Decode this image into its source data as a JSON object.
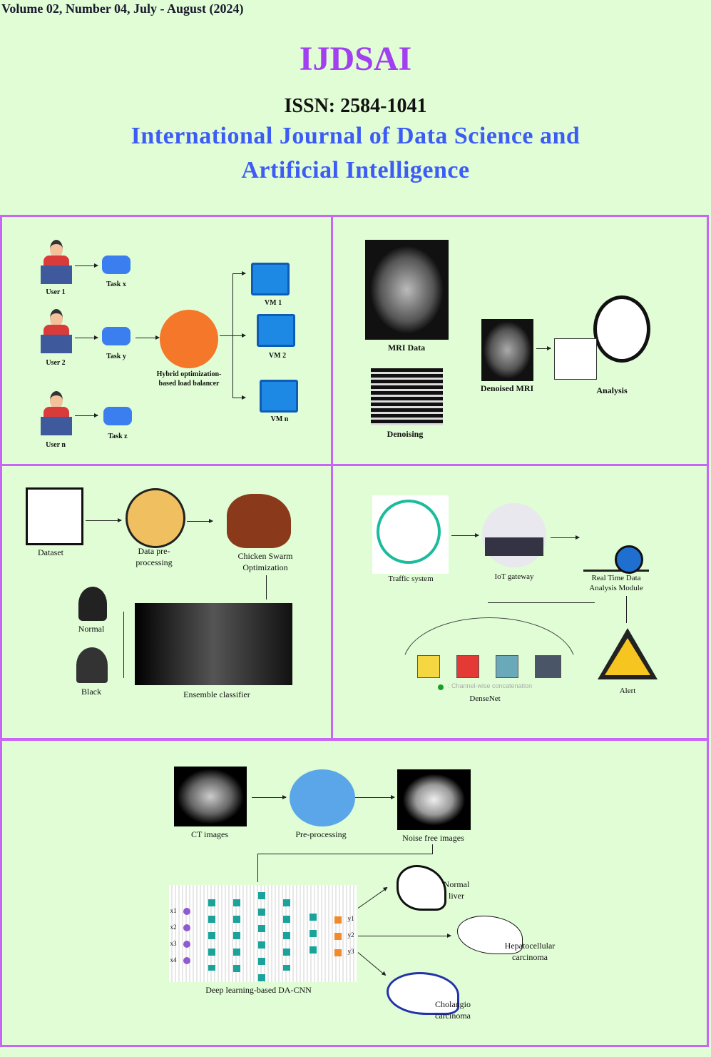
{
  "header": {
    "volume": "Volume 02, Number 04, July - August (2024)",
    "brand": "IJDSAI",
    "issn": "ISSN: 2584-1041",
    "title_line1": "International Journal of Data Science and",
    "title_line2": "Artificial Intelligence"
  },
  "colors": {
    "background": "#e0fdd5",
    "border": "#c966f7",
    "brand": "#a23ff0",
    "title": "#3d5cf5"
  },
  "panel1": {
    "users": [
      "User 1",
      "User 2",
      "User n"
    ],
    "tasks": [
      "Task x",
      "Task y",
      "Task z"
    ],
    "balancer": "Hybrid optimization-based load balancer",
    "vms": [
      "VM 1",
      "VM 2",
      "VM n"
    ]
  },
  "panel2": {
    "mri": "MRI Data",
    "denoising": "Denoising",
    "denoised": "Denoised MRI",
    "analysis": "Analysis"
  },
  "panel3": {
    "dataset": "Dataset",
    "preprocessing": "Data pre-processing",
    "cso": "Chicken Swarm Optimization",
    "normal": "Normal",
    "black": "Black",
    "classifier": "Ensemble classifier"
  },
  "panel4": {
    "traffic": "Traffic system",
    "iot": "IoT gateway",
    "realtime": "Real Time Data Analysis Module",
    "legend": ": Channel-wise concatenation",
    "densenet": "DenseNet",
    "alert": "Alert"
  },
  "panel5": {
    "ct": "CT images",
    "preprocessing": "Pre-processing",
    "noisefree": "Noise free images",
    "model": "Deep learning-based DA-CNN",
    "inputs": [
      "x1",
      "x2",
      "x3",
      "x4"
    ],
    "outputs": [
      "y1",
      "y2",
      "y3"
    ],
    "normal": "Normal liver",
    "hcc": "Hepatocellular carcinoma",
    "chol": "Cholangio carcinoma"
  }
}
